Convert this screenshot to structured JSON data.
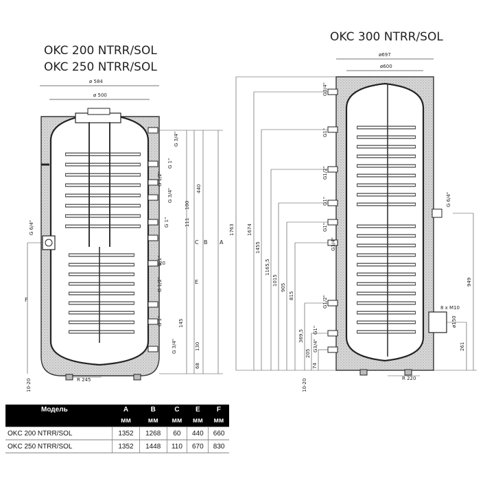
{
  "titles": {
    "left_line1": "OKC 200 NTRR/SOL",
    "left_line2": "OKC 250 NTRR/SOL",
    "right": "OKC 300 NTRR/SOL"
  },
  "left_dims": {
    "outer_diameter": "ø 584",
    "inner_diameter": "ø 500",
    "g34_top": "G 3/4\"",
    "g1_a": "G 1\"",
    "g12_a": "G 1/2\"",
    "g34_mid": "G 3/4\"",
    "g1_b": "G 1\"",
    "g1_c": "G 1\"",
    "g12_b": "G 1/2\"",
    "g1_d": "G 1\"",
    "g34_bot": "G 3/4\"",
    "g64": "G 6/4\"",
    "d440": "440",
    "d100": "100",
    "d111": "111",
    "d20": "20",
    "d145": "145",
    "d130": "130",
    "d68": "68",
    "dB": "B",
    "dC": "C",
    "dA": "A",
    "dE": "E",
    "dF": "F",
    "r245": "R 245",
    "feet": "10-20"
  },
  "right_dims": {
    "outer_diameter": "ø697",
    "inner_diameter": "ø600",
    "g34_top": "G3/4\"",
    "g1_a": "G1\"",
    "g12_a": "G1/2\"",
    "g1_b": "G1\"",
    "g1_c": "G1\"",
    "g34_mid": "G3/4\"",
    "g12_b": "G1/2\"",
    "g1_d": "G1\"",
    "g34_bot": "G3/4\"",
    "g64": "G 6/4\"",
    "h1763": "1763",
    "h1674": "1674",
    "h1455": "1455",
    "h1165": "1165,5",
    "h1015": "1015",
    "h905": "905",
    "h815": "815",
    "h369": "369,5",
    "h205": "205",
    "h74": "74",
    "h949": "949",
    "h261": "261",
    "flange": "8 x M10",
    "flange_d": "ø150",
    "r220": "R 220",
    "feet": "10-20"
  },
  "table": {
    "headers": [
      "Модель",
      "A",
      "B",
      "C",
      "E",
      "F"
    ],
    "units": [
      "",
      "мм",
      "мм",
      "мм",
      "мм",
      "мм"
    ],
    "rows": [
      {
        "model": "OKC 200 NTRR/SOL",
        "A": "1352",
        "B": "1268",
        "C": "60",
        "E": "440",
        "F": "660"
      },
      {
        "model": "OKC 250 NTRR/SOL",
        "A": "1352",
        "B": "1448",
        "C": "110",
        "E": "670",
        "F": "830"
      }
    ]
  }
}
